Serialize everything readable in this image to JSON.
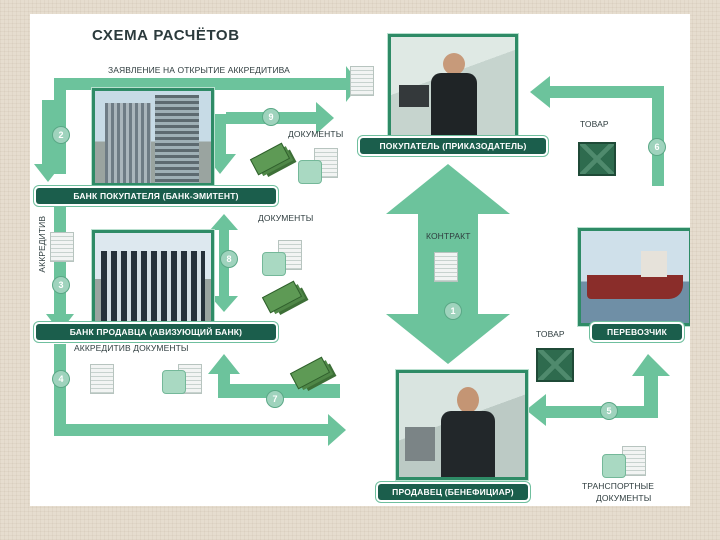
{
  "title": "СХЕМА РАСЧЁТОВ",
  "nodes": {
    "buyer": "ПОКУПАТЕЛЬ (ПРИКАЗОДАТЕЛЬ)",
    "buyer_bank": "БАНК ПОКУПАТЕЛЯ (БАНК-ЭМИТЕНТ)",
    "seller_bank": "БАНК ПРОДАВЦА (АВИЗУЮЩИЙ БАНК)",
    "seller": "ПРОДАВЕЦ (БЕНЕФИЦИАР)",
    "carrier": "ПЕРЕВОЗЧИК"
  },
  "labels": {
    "application": "ЗАЯВЛЕНИЕ НА ОТКРЫТИЕ АККРЕДИТИВА",
    "documents_1": "ДОКУМЕНТЫ",
    "documents_2": "ДОКУМЕНТЫ",
    "accreditive_vertical": "АККРЕДИТИВ",
    "accreditive_docs": "АККРЕДИТИВ ДОКУМЕНТЫ",
    "contract": "КОНТРАКТ",
    "goods_1": "ТОВАР",
    "goods_2": "ТОВАР",
    "transport_docs_1": "ТРАНСПОРТНЫЕ",
    "transport_docs_2": "ДОКУМЕНТЫ"
  },
  "steps": [
    "1",
    "2",
    "3",
    "4",
    "5",
    "6",
    "7",
    "8",
    "9"
  ],
  "colors": {
    "arrow": "#6cc39c",
    "bar": "#1b5e4c",
    "accent": "#2e8b66"
  }
}
